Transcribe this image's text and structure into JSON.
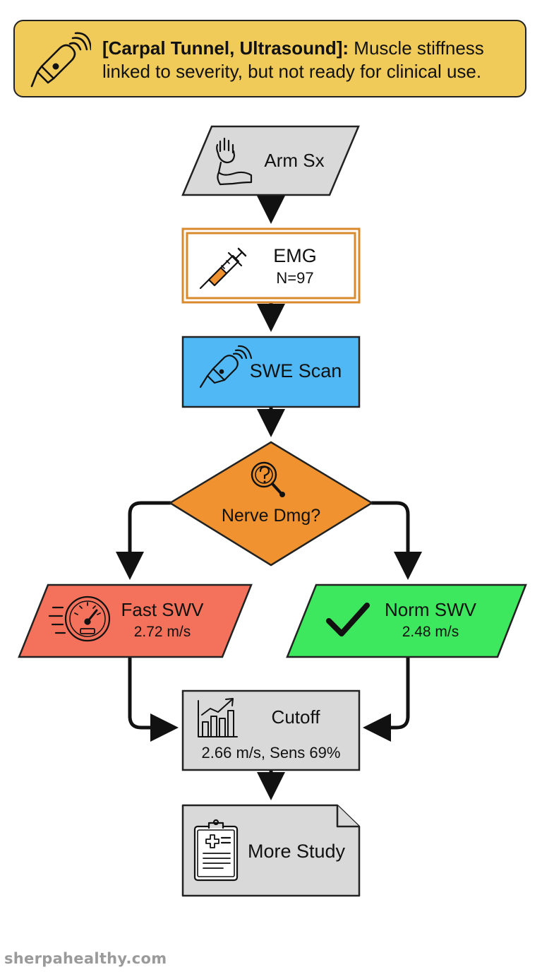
{
  "header": {
    "bold_text": "[Carpal Tunnel, Ultrasound]:",
    "line1_rest": " Muscle stiffness",
    "line2": "linked to severity, but not ready for clinical use.",
    "icon": "ultrasound-probe-icon"
  },
  "nodes": {
    "arm_sx": {
      "label": "Arm Sx",
      "icon": "arm-hand-icon"
    },
    "emg": {
      "label": "EMG",
      "detail": "N=97",
      "icon": "syringe-icon"
    },
    "swe_scan": {
      "label": "SWE Scan",
      "icon": "ultrasound-probe-icon"
    },
    "nerve_dmg": {
      "label": "Nerve Dmg?",
      "icon": "question-magnifier-icon"
    },
    "fast_swv": {
      "label": "Fast SWV",
      "detail": "2.72 m/s",
      "icon": "speedometer-icon"
    },
    "norm_swv": {
      "label": "Norm SWV",
      "detail": "2.48 m/s",
      "icon": "checkmark-icon"
    },
    "cutoff": {
      "label": "Cutoff",
      "detail": "2.66 m/s, Sens 69%",
      "icon": "bar-chart-icon"
    },
    "more_study": {
      "label": "More Study",
      "icon": "clipboard-icon"
    }
  },
  "colors": {
    "banner": "#f0cb5a",
    "input_gray": "#d9d9d9",
    "emg_border": "#d98a2b",
    "scan_blue": "#4fb8f5",
    "decision_orange": "#ef922f",
    "fast_red": "#f4725c",
    "norm_green": "#3ee85e"
  },
  "footer": {
    "watermark": "sherpahealthy.com"
  }
}
